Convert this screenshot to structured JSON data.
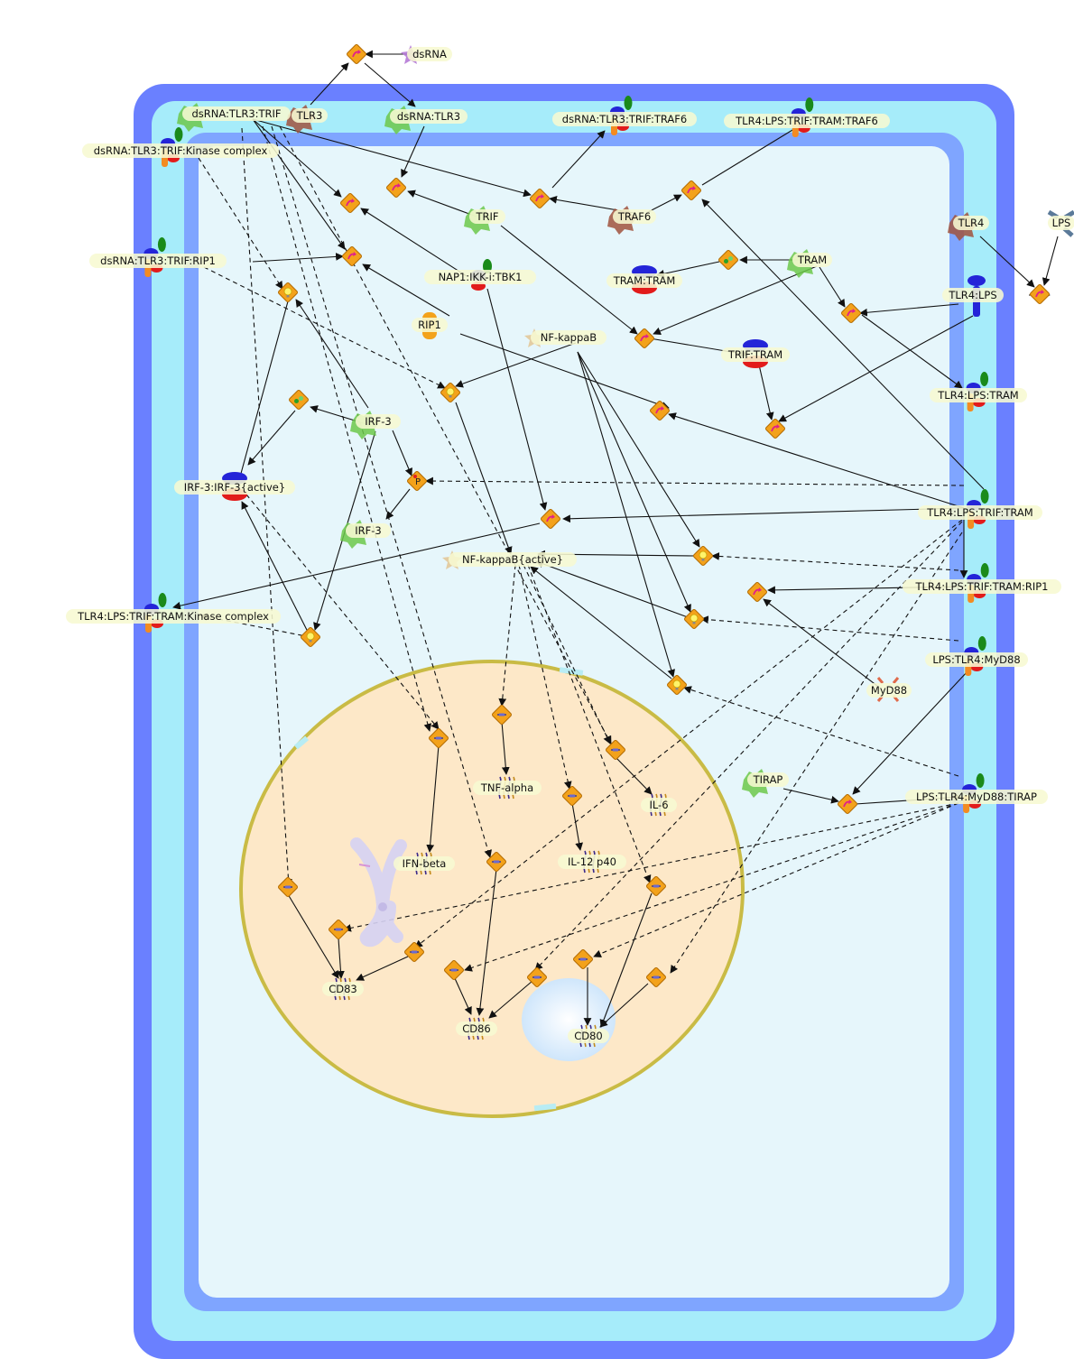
{
  "nodes": {
    "dsRNA": "dsRNA",
    "TLR3": "TLR3",
    "dsRNA_TLR3": "dsRNA:TLR3",
    "dsRNA_TLR3_TRIF": "dsRNA:TLR3:TRIF",
    "dsRNA_TLR3_TRIF_TRAF6": "dsRNA:TLR3:TRIF:TRAF6",
    "TLR4_LPS_TRIF_TRAM_TRAF6": "TLR4:LPS:TRIF:TRAM:TRAF6",
    "dsRNA_TLR3_TRIF_Kinase": "dsRNA:TLR3:TRIF:Kinase complex",
    "TRIF": "TRIF",
    "TRAF6": "TRAF6",
    "TLR4": "TLR4",
    "LPS": "LPS",
    "dsRNA_TLR3_TRIF_RIP1": "dsRNA:TLR3:TRIF:RIP1",
    "NAP1_IKK_TBK1": "NAP1:IKK-i:TBK1",
    "TRAM_TRAM": "TRAM:TRAM",
    "TRAM": "TRAM",
    "TLR4_LPS": "TLR4:LPS",
    "RIP1": "RIP1",
    "NF_kappaB": "NF-kappaB",
    "TRIF_TRAM": "TRIF:TRAM",
    "TLR4_LPS_TRAM": "TLR4:LPS:TRAM",
    "IRF3": "IRF-3",
    "IRF3_IRF3_active": "IRF-3:IRF-3{active}",
    "IRF3_b": "IRF-3",
    "P": "P",
    "TLR4_LPS_TRIF_TRAM": "TLR4:LPS:TRIF:TRAM",
    "NF_kappaB_active": "NF-kappaB{active}",
    "TLR4_LPS_TRIF_TRAM_RIP1": "TLR4:LPS:TRIF:TRAM:RIP1",
    "TLR4_LPS_TRIF_TRAM_Kinase": "TLR4:LPS:TRIF:TRAM:Kinase complex",
    "LPS_TLR4_MyD88": "LPS:TLR4:MyD88",
    "MyD88": "MyD88",
    "TNF_alpha": "TNF-alpha",
    "IL6": "IL-6",
    "TIRAP": "TIRAP",
    "LPS_TLR4_MyD88_TIRAP": "LPS:TLR4:MyD88:TIRAP",
    "IFN_beta": "IFN-beta",
    "IL12_p40": "IL-12 p40",
    "CD83": "CD83",
    "CD86": "CD86",
    "CD80": "CD80"
  },
  "colors": {
    "outer_membrane": "#6a80ff",
    "periplasm": "#a6ecfa",
    "inner_membrane": "#7fa5ff",
    "cytoplasm": "#e6f6fb",
    "nucleus_fill": "#fde8c8",
    "nucleus_border": "#c9bb45",
    "label_bg": "#f7f9d2",
    "process": "#f3a21b",
    "arrow": "#111111"
  },
  "icons": {
    "protein": "protein-blob-icon",
    "receptor": "receptor-icon",
    "complex": "complex-icon",
    "gene": "gene-icon",
    "process": "process-diamond-icon",
    "catalysis": "catalysis-bulb-icon",
    "transcription": "transcription-icon",
    "chromosome": "chromosome-icon"
  }
}
